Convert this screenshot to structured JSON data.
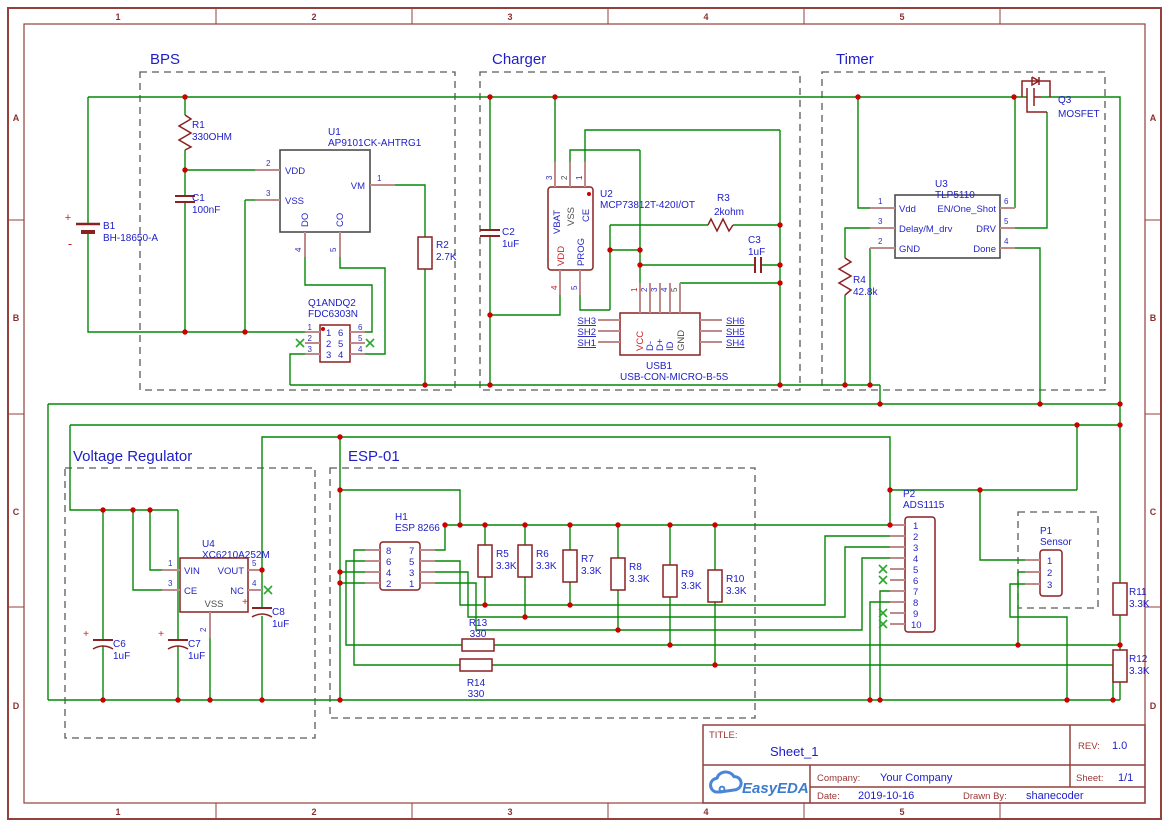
{
  "border": {
    "cols": [
      "1",
      "2",
      "3",
      "4",
      "5"
    ],
    "rows": [
      "A",
      "B",
      "C",
      "D"
    ]
  },
  "sections": {
    "bps": "BPS",
    "charger": "Charger",
    "timer": "Timer",
    "vreg": "Voltage Regulator",
    "esp": "ESP-01"
  },
  "c": {
    "b1": {
      "ref": "B1",
      "val": "BH-18650-A",
      "plus": "+",
      "minus": "-"
    },
    "r1": {
      "ref": "R1",
      "val": "330OHM"
    },
    "c1": {
      "ref": "C1",
      "val": "100nF"
    },
    "u1": {
      "ref": "U1",
      "val": "AP9101CK-AHTRG1",
      "pins": {
        "vdd": {
          "n": "2",
          "m": "VDD"
        },
        "vss": {
          "n": "3",
          "m": "VSS"
        },
        "vm": {
          "n": "1",
          "m": "VM"
        },
        "do": {
          "n": "4",
          "m": "DO"
        },
        "co": {
          "n": "5",
          "m": "CO"
        }
      }
    },
    "q1": {
      "ref": "Q1ANDQ2",
      "val": "FDC6303N",
      "lo": [
        "1",
        "2",
        "3"
      ],
      "li": [
        "1",
        "2",
        "3"
      ],
      "ri": [
        "6",
        "5",
        "4"
      ],
      "ro": [
        "6",
        "5",
        "4"
      ]
    },
    "r2": {
      "ref": "R2",
      "val": "2.7K"
    },
    "c2": {
      "ref": "C2",
      "val": "1uF"
    },
    "u2": {
      "ref": "U2",
      "val": "MCP73812T-420I/OT",
      "pins": {
        "vbat": {
          "n": "3",
          "m": "VBAT"
        },
        "vss": {
          "n": "2",
          "m": "VSS"
        },
        "ce": {
          "n": "1",
          "m": "CE"
        },
        "vdd": {
          "n": "4",
          "m": "VDD"
        },
        "prog": {
          "n": "5",
          "m": "PROG"
        }
      }
    },
    "r3": {
      "ref": "R3",
      "val": "2kohm"
    },
    "c3": {
      "ref": "C3",
      "val": "1uF"
    },
    "usb1": {
      "ref": "USB1",
      "val": "USB-CON-MICRO-B-5S",
      "pins": {
        "vcc": {
          "n": "1",
          "m": "VCC"
        },
        "dm": {
          "n": "2",
          "m": "D-"
        },
        "dp": {
          "n": "3",
          "m": "D+"
        },
        "id": {
          "n": "4",
          "m": "ID"
        },
        "gnd": {
          "n": "5",
          "m": "GND"
        }
      },
      "sh": [
        "SH3",
        "SH2",
        "SH1",
        "SH6",
        "SH5",
        "SH4"
      ]
    },
    "q3": {
      "ref": "Q3",
      "val": "MOSFET"
    },
    "u3": {
      "ref": "U3",
      "val": "TLP5110",
      "pins": {
        "vdd": {
          "n": "1",
          "m": "Vdd"
        },
        "en": {
          "n": "6",
          "m": "EN/One_Shot"
        },
        "delay": {
          "n": "3",
          "m": "Delay/M_drv"
        },
        "drv": {
          "n": "5",
          "m": "DRV"
        },
        "gnd": {
          "n": "2",
          "m": "GND"
        },
        "done": {
          "n": "4",
          "m": "Done"
        }
      }
    },
    "r4": {
      "ref": "R4",
      "val": "42.8k"
    },
    "u4": {
      "ref": "U4",
      "val": "XC6210A252M",
      "pins": {
        "vin": {
          "n": "1",
          "m": "VIN"
        },
        "vout": {
          "n": "5",
          "m": "VOUT"
        },
        "ce": {
          "n": "3",
          "m": "CE"
        },
        "nc": {
          "n": "4",
          "m": "NC"
        },
        "vss": {
          "n": "2",
          "m": "VSS"
        }
      }
    },
    "c6": {
      "ref": "C6",
      "val": "1uF",
      "plus": "+"
    },
    "c7": {
      "ref": "C7",
      "val": "1uF",
      "plus": "+"
    },
    "c8": {
      "ref": "C8",
      "val": "1uF",
      "plus": "+"
    },
    "h1": {
      "ref": "H1",
      "val": "ESP 8266",
      "left": [
        "8",
        "6",
        "4",
        "2"
      ],
      "right": [
        "7",
        "5",
        "3",
        "1"
      ]
    },
    "r5": {
      "ref": "R5",
      "val": "3.3K"
    },
    "r6": {
      "ref": "R6",
      "val": "3.3K"
    },
    "r7": {
      "ref": "R7",
      "val": "3.3K"
    },
    "r8": {
      "ref": "R8",
      "val": "3.3K"
    },
    "r9": {
      "ref": "R9",
      "val": "3.3K"
    },
    "r10": {
      "ref": "R10",
      "val": "3.3K"
    },
    "r11": {
      "ref": "R11",
      "val": "3.3K"
    },
    "r12": {
      "ref": "R12",
      "val": "3.3K"
    },
    "r13": {
      "ref": "R13",
      "val": "330"
    },
    "r14": {
      "ref": "R14",
      "val": "330"
    },
    "p2": {
      "ref": "P2",
      "val": "ADS1115",
      "pins": [
        "1",
        "2",
        "3",
        "4",
        "5",
        "6",
        "7",
        "8",
        "9",
        "10"
      ]
    },
    "p1": {
      "ref": "P1",
      "val": "Sensor",
      "pins": [
        "1",
        "2",
        "3"
      ]
    }
  },
  "tb": {
    "title_label": "TITLE:",
    "title": "Sheet_1",
    "rev_label": "REV:",
    "rev": "1.0",
    "company_label": "Company:",
    "company": "Your Company",
    "sheet_label": "Sheet:",
    "sheet": "1/1",
    "date_label": "Date:",
    "date": "2019-10-16",
    "drawnby_label": "Drawn By:",
    "drawnby": "shanecoder",
    "logo": "EasyEDA"
  },
  "colors": {
    "wire": "#078707",
    "junction": "#cc0000",
    "component": "#8b2121",
    "chip": "#4d4d4d",
    "blue": "#1d1dc9",
    "red": "#cc2222",
    "frame": "#94403d",
    "nc": "#2aa82a"
  }
}
